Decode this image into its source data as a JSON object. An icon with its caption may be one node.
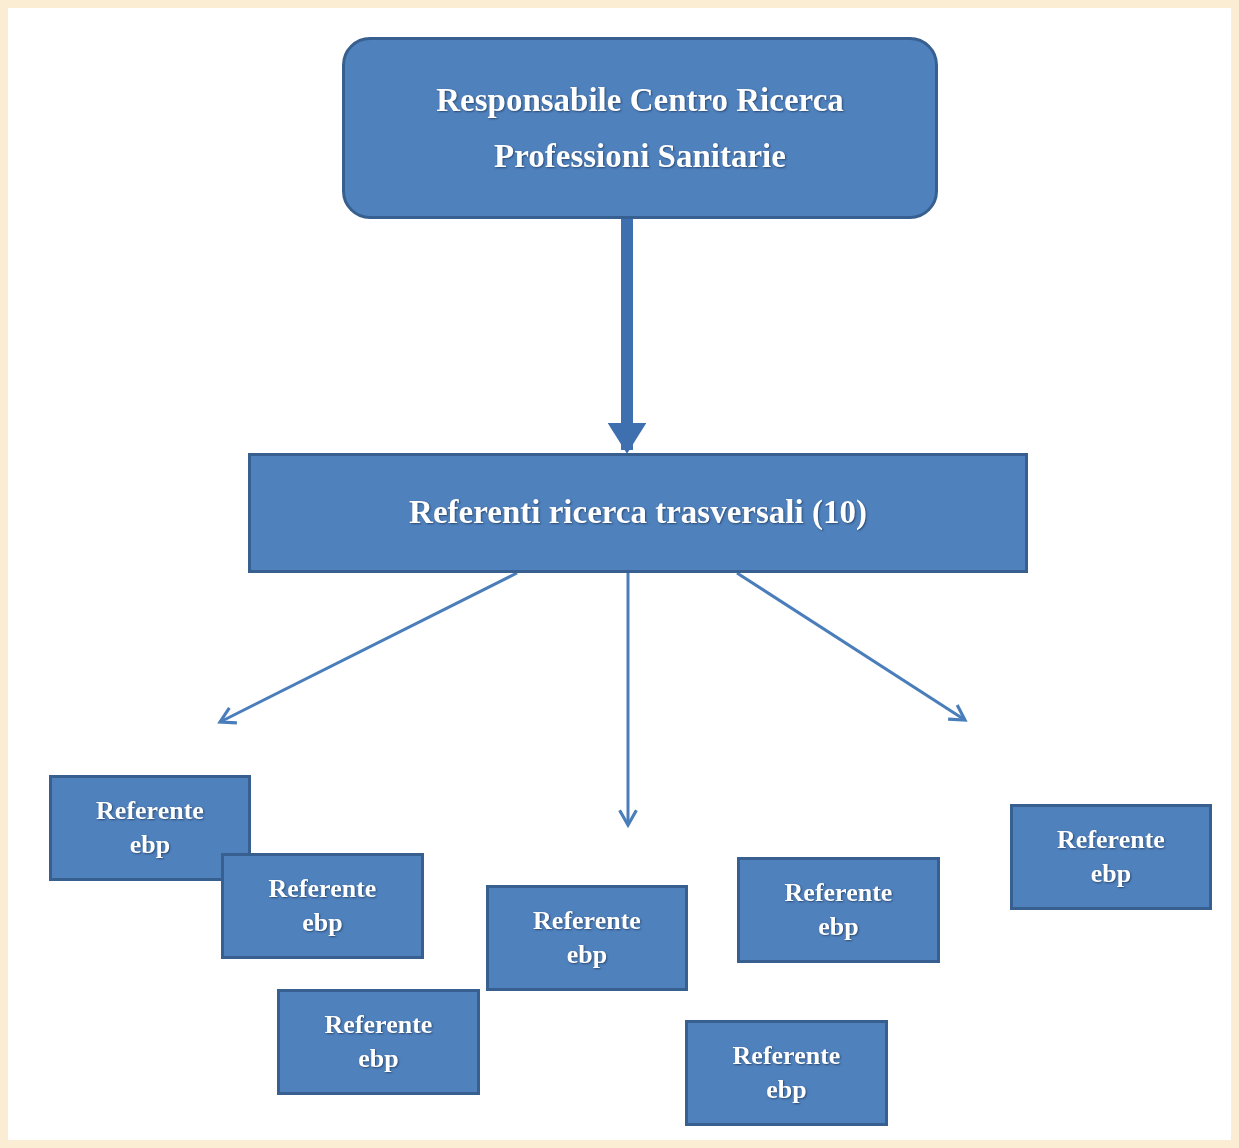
{
  "diagram": {
    "nodes": [
      {
        "text": [
          "Responsabile Centro Ricerca Professioni Sanitarie"
        ]
      },
      {
        "text": [
          "Referenti ricerca trasversali (10)"
        ]
      },
      {
        "text": [
          "Referente ebp"
        ]
      },
      {
        "text": [
          "Referente ebp"
        ]
      },
      {
        "text": [
          "Referente ebp"
        ]
      },
      {
        "text": [
          "Referente ebp"
        ]
      },
      {
        "text": [
          "Referente ebp"
        ]
      },
      {
        "text": [
          "Referente ebp"
        ]
      },
      {
        "text": [
          "Referente ebp"
        ]
      }
    ],
    "edges": [
      {
        "from": 0,
        "to": 1,
        "arrow": "to",
        "style": "thick"
      },
      {
        "from": 1,
        "to": null,
        "arrow": "to"
      },
      {
        "from": 1,
        "to": null,
        "arrow": "to"
      },
      {
        "from": 1,
        "to": null,
        "arrow": "to"
      }
    ]
  }
}
